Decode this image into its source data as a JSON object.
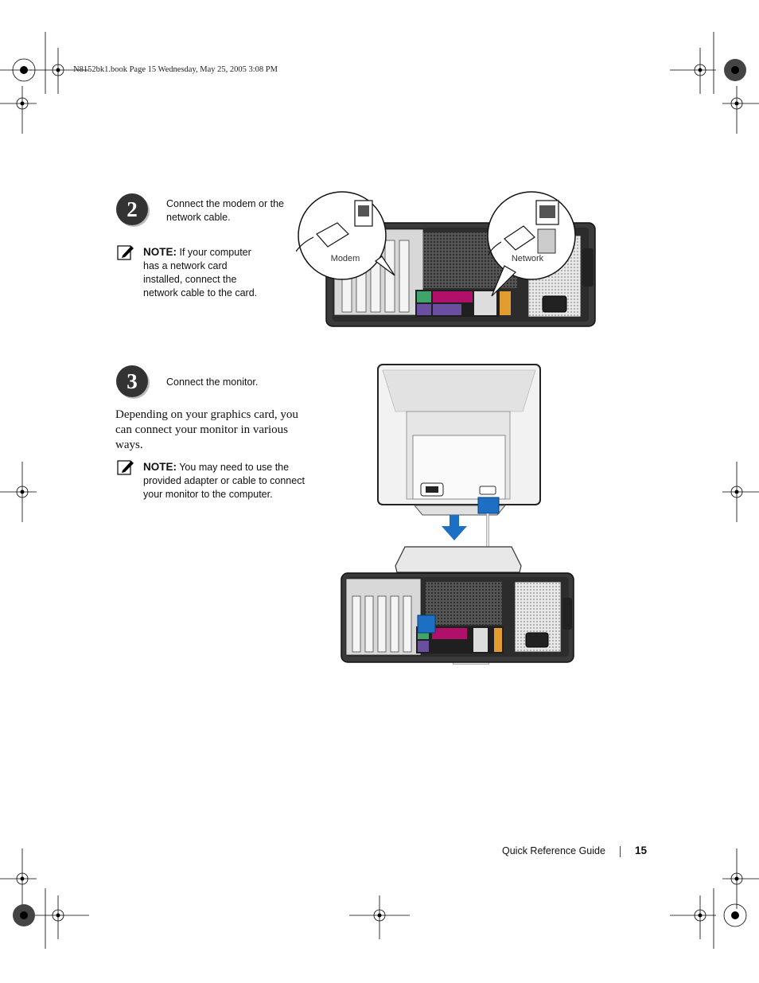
{
  "slug": "N8152bk1.book  Page 15  Wednesday, May 25, 2005  3:08 PM",
  "step2": {
    "number": "2",
    "instruction_line1": "Connect the modem or the",
    "instruction_line2": "network cable.",
    "note_label": "NOTE:",
    "note_line1": " If your computer",
    "note_line2": "has a network card",
    "note_line3": "installed, connect the",
    "note_line4": "network cable to the card.",
    "callout_modem": "Modem",
    "callout_network": "Network"
  },
  "step3": {
    "number": "3",
    "instruction": "Connect the monitor.",
    "para_line1": "Depending on your graphics card, you",
    "para_line2": "can connect your monitor in various",
    "para_line3": "ways.",
    "note_label": "NOTE:",
    "note_line1": " You may need to use the",
    "note_line2": "provided adapter or cable to connect",
    "note_line3": "your monitor to the computer."
  },
  "footer": {
    "guide": "Quick Reference Guide",
    "page": "15"
  },
  "colors": {
    "badge": "#333333",
    "arrow_blue": "#1d6fc4",
    "port_magenta": "#b0106a",
    "port_green": "#3fa36a",
    "port_purple": "#6a4fa0"
  }
}
